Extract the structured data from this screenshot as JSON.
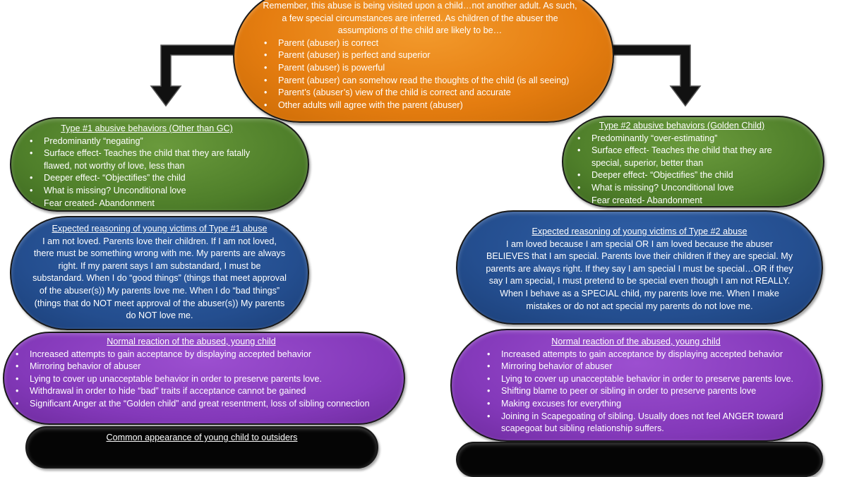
{
  "center": {
    "intro": "Remember, this abuse is being visited upon a child…not another adult. As such, a few special circumstances are inferred. As children of the abuser the assumptions of the child are likely to be…",
    "bullets": [
      "Parent (abuser) is correct",
      "Parent (abuser) is perfect and superior",
      "Parent (abuser) is powerful",
      "Parent (abuser) can somehow read the thoughts of the child (is all seeing)",
      "Parent’s (abuser’s) view of the child is correct and accurate",
      "Other adults will agree with the parent (abuser)"
    ]
  },
  "left": {
    "type_box": {
      "title": "Type #1 abusive behaviors (Other than GC)",
      "bullets": [
        "Predominantly “negating”",
        "Surface effect- Teaches the child that they are fatally flawed, not worthy of love, less than",
        "Deeper effect- “Objectifies” the child",
        "What is missing? Unconditional love",
        "Fear created- Abandonment"
      ]
    },
    "reasoning_box": {
      "title": "Expected reasoning of young victims of Type #1 abuse",
      "text": "I am not loved. Parents love their children. If I am not loved, there must be something wrong with me. My parents are always right. If my parent says I am substandard, I must be substandard. When I do “good things” (things that meet approval of the abuser(s)) My parents love me. When I do “bad things” (things that do NOT meet approval of the abuser(s)) My parents do NOT love me."
    },
    "reaction_box": {
      "title": "Normal reaction of the abused, young child",
      "bullets": [
        "Increased attempts to gain acceptance by displaying accepted behavior",
        "Mirroring behavior of abuser",
        "Lying to cover up unacceptable behavior in order to preserve parents love.",
        "Withdrawal in order to hide “bad” traits if acceptance cannot be gained",
        "Significant Anger at the “Golden child” and great resentment, loss of sibling connection"
      ]
    },
    "appearance_box": {
      "title": "Common appearance of young child to outsiders"
    }
  },
  "right": {
    "type_box": {
      "title": "Type #2 abusive behaviors (Golden Child)",
      "bullets": [
        "Predominantly “over-estimating”",
        "Surface effect- Teaches the child that they are special, superior, better than",
        "Deeper effect- “Objectifies” the child",
        "What is missing? Unconditional love",
        "Fear created- Abandonment"
      ]
    },
    "reasoning_box": {
      "title": "Expected reasoning of young victims of Type #2 abuse",
      "text": "I am loved because I am special OR I am loved because the abuser BELIEVES that I am special. Parents love their children if they are special. My parents are always right. If they say I am special I must be special…OR if they say I am special, I must pretend to be special even though I am not REALLY. When I behave as a SPECIAL child, my parents love me. When I make mistakes or do not act special my parents do not love me."
    },
    "reaction_box": {
      "title": "Normal reaction of the abused, young child",
      "bullets": [
        "Increased attempts to gain acceptance by displaying accepted behavior",
        "Mirroring behavior of abuser",
        "Lying to cover up unacceptable behavior in order to preserve parents love.",
        "Shifting blame to peer or sibling in order to preserve parents love",
        "Making excuses for everything",
        "Joining in Scapegoating of sibling. Usually does not feel ANGER toward scapegoat but sibling relationship suffers."
      ]
    }
  },
  "colors": {
    "center": "#e57d10",
    "behaviors": "#4f7f2a",
    "reasoning": "#244e8f",
    "reaction": "#8439ba",
    "appearance": "#050505"
  }
}
